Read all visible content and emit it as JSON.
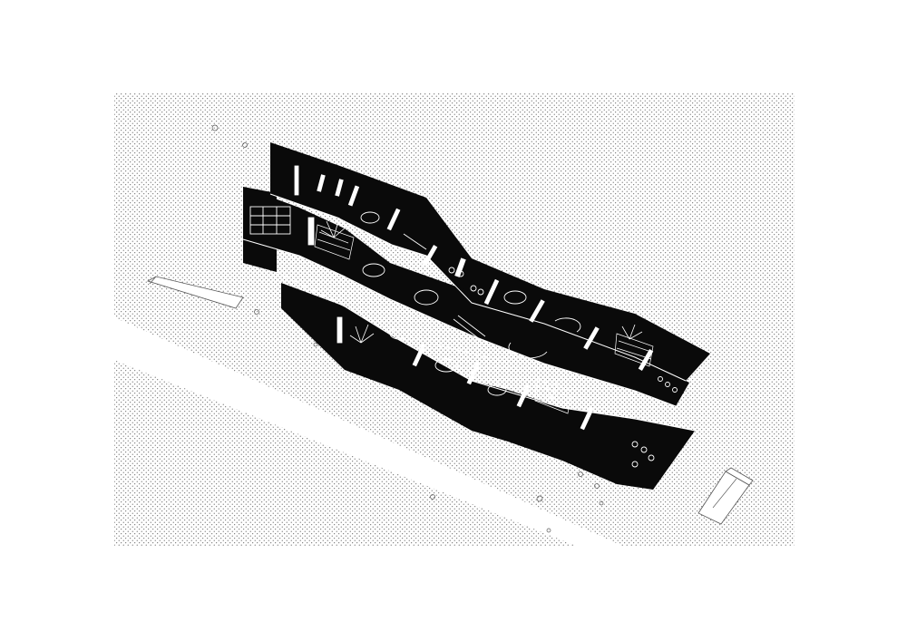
{
  "drawing": {
    "type": "axonometric-plan",
    "style": "black-and-white",
    "colors": {
      "background": "#ffffff",
      "building_fill": "#0a0a0a",
      "linework_on_dark": "#ffffff",
      "linework_on_light": "#555555",
      "stipple": "#444444"
    },
    "ground_texture": "stippled-dots",
    "contains_text": false
  }
}
